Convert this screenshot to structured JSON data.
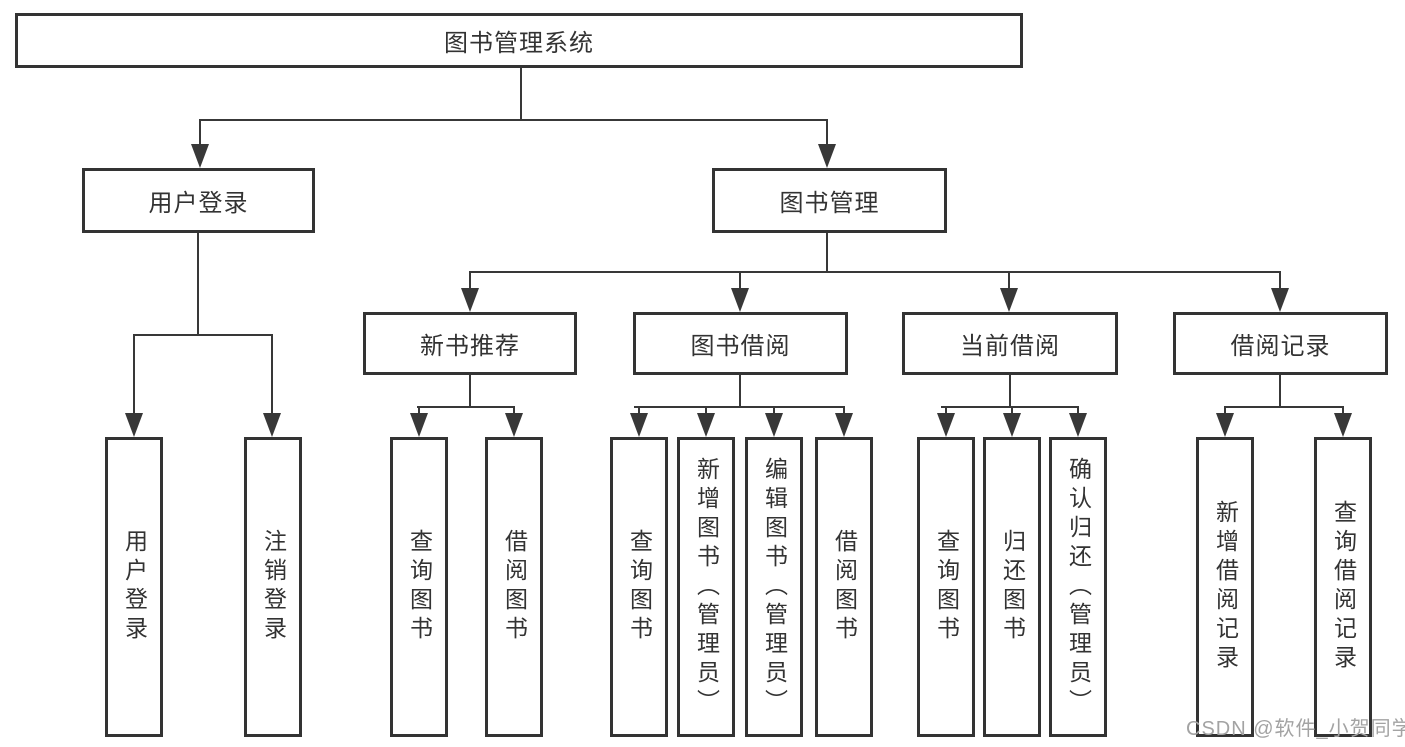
{
  "diagram": {
    "tree": {
      "label": "图书管理系统",
      "children": [
        {
          "label": "用户登录",
          "children": [
            {
              "label": "用户登录"
            },
            {
              "label": "注销登录"
            }
          ]
        },
        {
          "label": "图书管理",
          "children": [
            {
              "label": "新书推荐",
              "children": [
                {
                  "label": "查询图书"
                },
                {
                  "label": "借阅图书"
                }
              ]
            },
            {
              "label": "图书借阅",
              "children": [
                {
                  "label": "查询图书"
                },
                {
                  "label": "新增图书（管理员）"
                },
                {
                  "label": "编辑图书（管理员）"
                },
                {
                  "label": "借阅图书"
                }
              ]
            },
            {
              "label": "当前借阅",
              "children": [
                {
                  "label": "查询图书"
                },
                {
                  "label": "归还图书"
                },
                {
                  "label": "确认归还（管理员）"
                }
              ]
            },
            {
              "label": "借阅记录",
              "children": [
                {
                  "label": "新增借阅记录"
                },
                {
                  "label": "查询借阅记录"
                }
              ]
            }
          ]
        }
      ]
    },
    "watermark": "CSDN @软件_小贺同学",
    "colors": {
      "line": "#383838",
      "box_border": "#333333",
      "text": "#333333",
      "watermark": "#a3a3a3"
    }
  }
}
